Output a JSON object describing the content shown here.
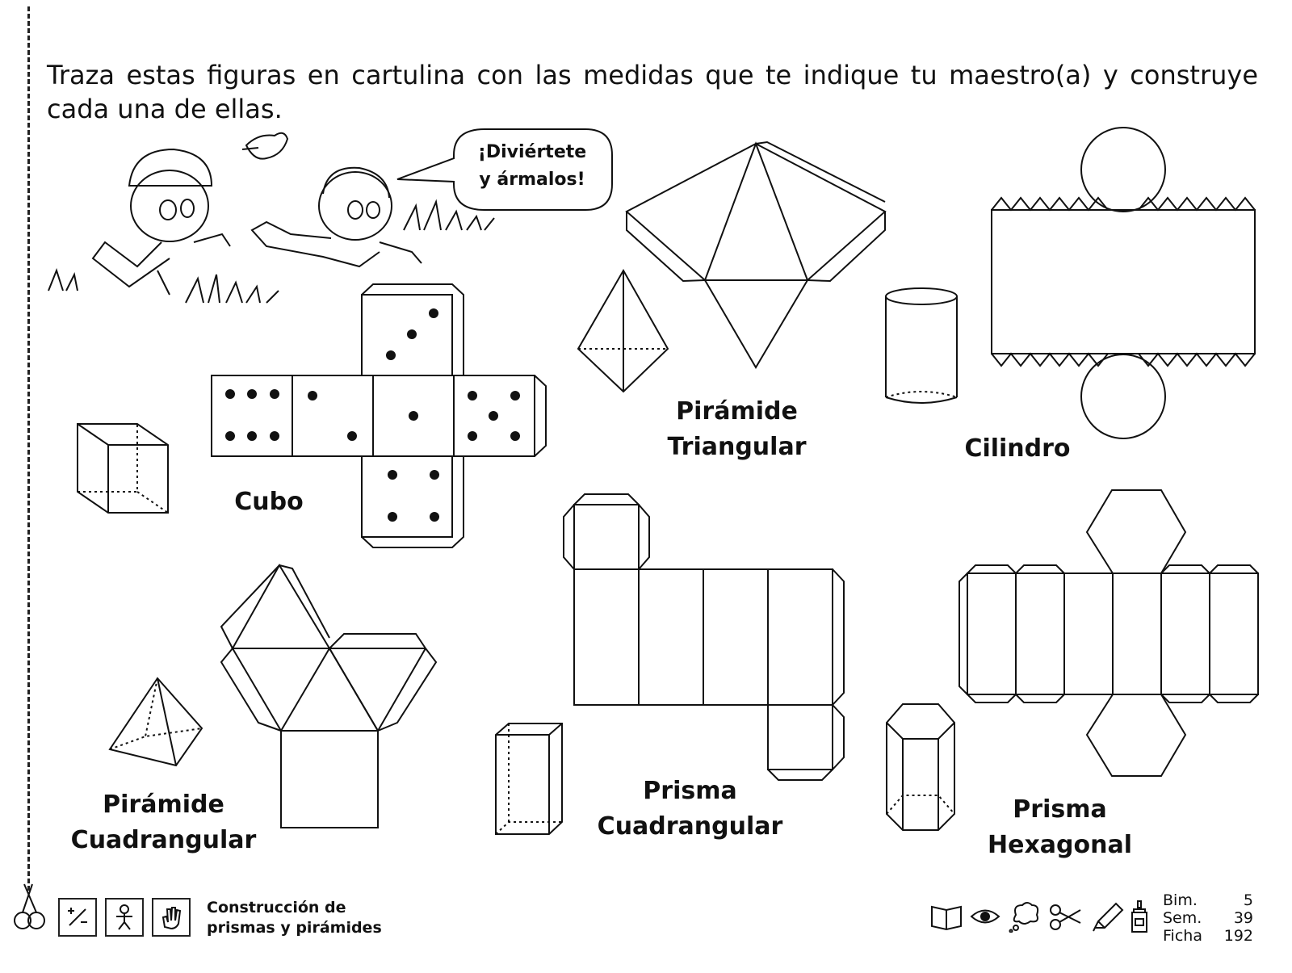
{
  "instruction": "Traza estas figuras en cartulina con las medidas que te indique tu maestro(a) y construye cada una de ellas.",
  "speech_bubble": [
    "¡Diviértete",
    "y ármalos!"
  ],
  "figures": {
    "cube": {
      "label": "Cubo"
    },
    "triangular_pyramid": {
      "line1": "Pirámide",
      "line2": "Triangular"
    },
    "cylinder": {
      "label": "Cilindro"
    },
    "square_pyramid": {
      "line1": "Pirámide",
      "line2": "Cuadrangular"
    },
    "square_prism": {
      "line1": "Prisma",
      "line2": "Cuadrangular"
    },
    "hexagonal_prism": {
      "line1": "Prisma",
      "line2": "Hexagonal"
    }
  },
  "footer": {
    "title_line1": "Construcción de",
    "title_line2": "prismas y pirámides",
    "skill_icons": [
      "fraction-icon",
      "person-icon",
      "hand-icon"
    ],
    "tool_icons": [
      "book-icon",
      "eye-icon",
      "thinking-icon",
      "scissors-icon",
      "crayon-icon",
      "glue-icon"
    ],
    "codes": [
      {
        "label": "Bim.",
        "value": "5"
      },
      {
        "label": "Sem.",
        "value": "39"
      },
      {
        "label": "Ficha",
        "value": "192"
      }
    ]
  }
}
